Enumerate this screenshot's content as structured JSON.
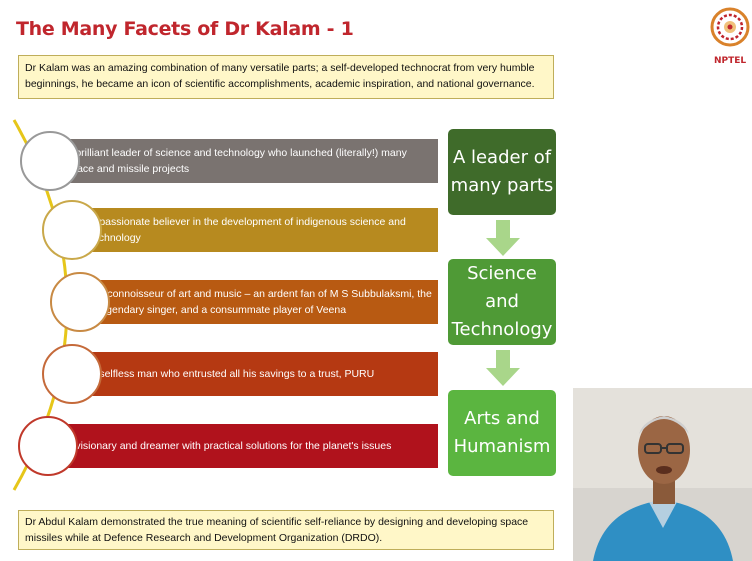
{
  "slide": {
    "title": "The Many Facets of Dr Kalam - 1",
    "logo_text": "NPTEL",
    "intro": "Dr Kalam was an amazing combination of many versatile parts; a self-developed technocrat from very humble beginnings, he became an icon of scientific accomplishments, academic inspiration, and national governance.",
    "points": [
      "A brilliant leader of science and technology who launched (literally!) many space and missile projects",
      "A passionate believer in the development of indigenous science and technology",
      "A connoisseur of art and music – an ardent fan of M S Subbulaksmi, the legendary singer, and a consummate player of Veena",
      "A selfless man who entrusted all his savings to a trust, PURU",
      "A visionary and dreamer with practical solutions for the planet's issues"
    ],
    "boxes": [
      "A leader of many parts",
      "Science and Technology",
      "Arts and Humanism"
    ],
    "footer": "Dr Abdul Kalam demonstrated the true meaning of scientific self-reliance by designing and developing space missiles while at Defence Research and Development Organization (DRDO)."
  },
  "colors": {
    "title": "#c0262d",
    "bar1": "#7a7370",
    "bar2": "#b78a1f",
    "bar3": "#b85a12",
    "bar4": "#b53912",
    "bar5": "#b0121c",
    "box1": "#3f6b2a",
    "box2": "#4f9a36",
    "box3": "#5bb540",
    "callout_bg": "#fff7c8"
  }
}
